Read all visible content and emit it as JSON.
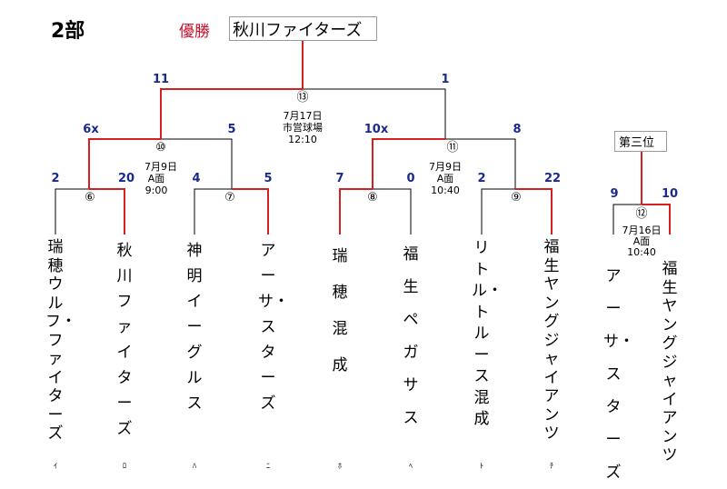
{
  "division": "2部",
  "champion_label": "優勝",
  "champion": "秋川ファイターズ",
  "third_place_label": "第三位",
  "colors": {
    "winner_line": "#d42020",
    "loser_line": "#000000",
    "score": "#1a2a8c",
    "champion_label": "#c8102e"
  },
  "games": [
    {
      "no": "⑥",
      "score_left": "2",
      "score_right": "20",
      "date": "",
      "field": "",
      "time": ""
    },
    {
      "no": "⑦",
      "score_left": "4",
      "score_right": "5",
      "date": "",
      "field": "",
      "time": ""
    },
    {
      "no": "⑧",
      "score_left": "7",
      "score_right": "0",
      "date": "",
      "field": "",
      "time": ""
    },
    {
      "no": "⑨",
      "score_left": "2",
      "score_right": "22",
      "date": "",
      "field": "",
      "time": ""
    },
    {
      "no": "⑩",
      "score_left": "6x",
      "score_right": "5",
      "date": "7月9日",
      "field": "A面",
      "time": "9:00"
    },
    {
      "no": "⑪",
      "score_left": "10x",
      "score_right": "8",
      "date": "7月9日",
      "field": "A面",
      "time": "10:40"
    },
    {
      "no": "⑫",
      "score_left": "9",
      "score_right": "10",
      "date": "7月16日",
      "field": "A面",
      "time": "10:40"
    },
    {
      "no": "⑬",
      "score_left": "11",
      "score_right": "1",
      "date": "7月17日",
      "field": "市営球場",
      "time": "12:10"
    }
  ],
  "teams": [
    {
      "name": "瑞穂ウルフ・ファイターズ",
      "marker": "ｲ"
    },
    {
      "name": "秋川ファイターズ",
      "marker": "ﾛ"
    },
    {
      "name": "神明イーグルス",
      "marker": "ﾊ"
    },
    {
      "name": "アーサ・スターズ",
      "marker": "ﾆ"
    },
    {
      "name": "瑞穂混成",
      "marker": "ﾎ"
    },
    {
      "name": "福生ペガサス",
      "marker": "ﾍ"
    },
    {
      "name": "リトル・トルース混成",
      "marker": "ﾄ"
    },
    {
      "name": "福生ヤングジャイアンツ",
      "marker": "ﾁ"
    },
    {
      "name": "アーサ・スターズ",
      "marker": ""
    },
    {
      "name": "福生ヤングジャイアンツ",
      "marker": ""
    }
  ]
}
